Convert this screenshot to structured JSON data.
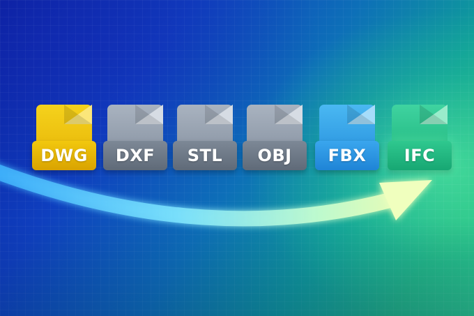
{
  "files": [
    {
      "label": "DWG",
      "icon": "file-dwg-icon",
      "color": "#f2c80e"
    },
    {
      "label": "DXF",
      "icon": "file-dxf-icon",
      "color": "#7d8896"
    },
    {
      "label": "STL",
      "icon": "file-stl-icon",
      "color": "#7d8896"
    },
    {
      "label": "OBJ",
      "icon": "file-obj-icon",
      "color": "#7d8896"
    },
    {
      "label": "FBX",
      "icon": "file-fbx-icon",
      "color": "#3aa6ee"
    },
    {
      "label": "IFC",
      "icon": "file-ifc-icon",
      "color": "#2fc88f"
    }
  ],
  "arrow": {
    "icon": "conversion-arrow-icon",
    "color_start": "#5fd0ff",
    "color_end": "#eaffb0"
  },
  "background": {
    "color_start": "#0b1f9e",
    "color_end": "#2ccc86"
  }
}
